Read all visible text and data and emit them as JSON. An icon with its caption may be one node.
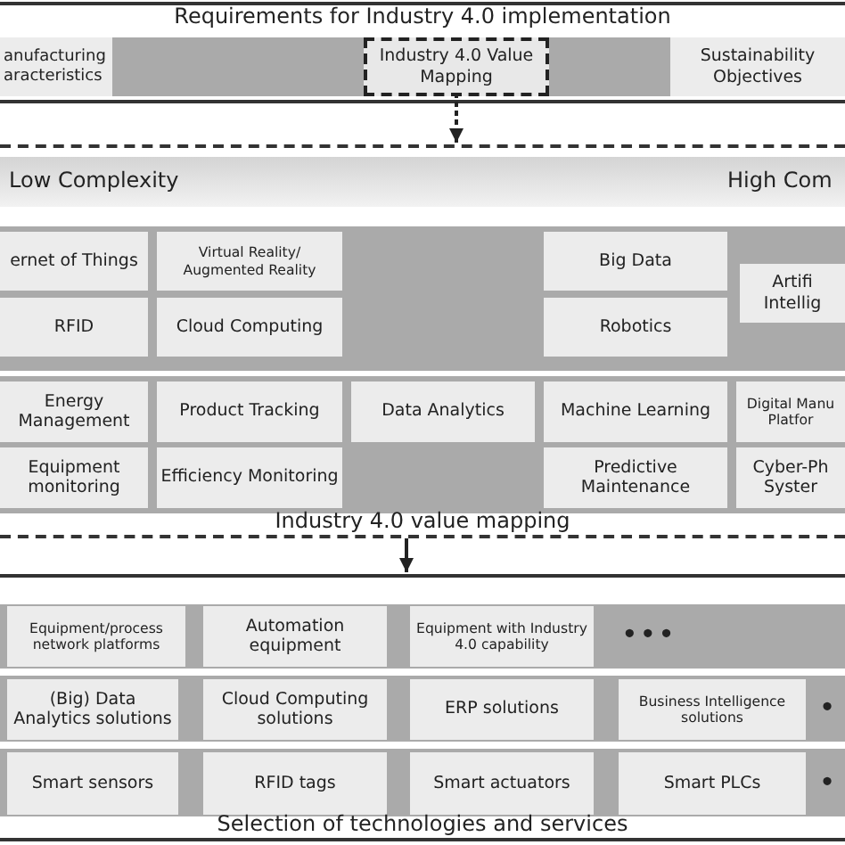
{
  "diagram": {
    "nodes": [
      {
        "text": [
          "Requirements for Industry 4.0 implementation"
        ]
      },
      {
        "text": [
          "anufacturing aracteristics"
        ],
        "in": 0
      },
      {
        "text": [
          "Industry 4.0 Value Mapping"
        ],
        "in": 0
      },
      {
        "text": [
          "Sustainability Objectives"
        ],
        "in": 0
      },
      {
        "text": [
          "Industry 4.0 value mapping"
        ]
      },
      {
        "text": [
          "Low Complexity",
          "High Com"
        ],
        "in": 4
      },
      {
        "text": [
          "ernet of Things"
        ],
        "in": 4
      },
      {
        "text": [
          "Virtual Reality/ Augmented Reality"
        ],
        "in": 4
      },
      {
        "text": [
          "Big Data"
        ],
        "in": 4
      },
      {
        "text": [
          "Artifi Intellig"
        ],
        "in": 4
      },
      {
        "text": [
          "RFID"
        ],
        "in": 4
      },
      {
        "text": [
          "Cloud Computing"
        ],
        "in": 4
      },
      {
        "text": [
          "Robotics"
        ],
        "in": 4
      },
      {
        "text": [
          "Energy Management"
        ],
        "in": 4
      },
      {
        "text": [
          "Product Tracking"
        ],
        "in": 4
      },
      {
        "text": [
          "Data Analytics"
        ],
        "in": 4
      },
      {
        "text": [
          "Machine Learning"
        ],
        "in": 4
      },
      {
        "text": [
          "Digital Manu Platfor"
        ],
        "in": 4
      },
      {
        "text": [
          "Equipment monitoring"
        ],
        "in": 4
      },
      {
        "text": [
          "Efficiency Monitoring"
        ],
        "in": 4
      },
      {
        "text": [
          "Predictive Maintenance"
        ],
        "in": 4
      },
      {
        "text": [
          "Cyber-Ph Syster"
        ],
        "in": 4
      },
      {
        "text": [
          "Selection of technologies and services"
        ]
      },
      {
        "text": [
          "Equipment/process network platforms"
        ],
        "in": 22
      },
      {
        "text": [
          "Automation equipment"
        ],
        "in": 22
      },
      {
        "text": [
          "Equipment with Industry 4.0 capability"
        ],
        "in": 22
      },
      {
        "text": [
          "•••"
        ],
        "in": 22
      },
      {
        "text": [
          "(Big) Data Analytics solutions"
        ],
        "in": 22
      },
      {
        "text": [
          "Cloud Computing solutions"
        ],
        "in": 22
      },
      {
        "text": [
          "ERP solutions"
        ],
        "in": 22
      },
      {
        "text": [
          "Business Intelligence solutions"
        ],
        "in": 22
      },
      {
        "text": [
          "•"
        ],
        "in": 22
      },
      {
        "text": [
          "Smart sensors"
        ],
        "in": 22
      },
      {
        "text": [
          "RFID tags"
        ],
        "in": 22
      },
      {
        "text": [
          "Smart actuators"
        ],
        "in": 22
      },
      {
        "text": [
          "Smart PLCs"
        ],
        "in": 22
      },
      {
        "text": [
          "•"
        ],
        "in": 22
      }
    ],
    "edges": [
      {
        "from": 2,
        "to": 4,
        "arrow": "to",
        "style": "dashed"
      },
      {
        "from": 4,
        "to": 22,
        "arrow": "to"
      }
    ]
  }
}
